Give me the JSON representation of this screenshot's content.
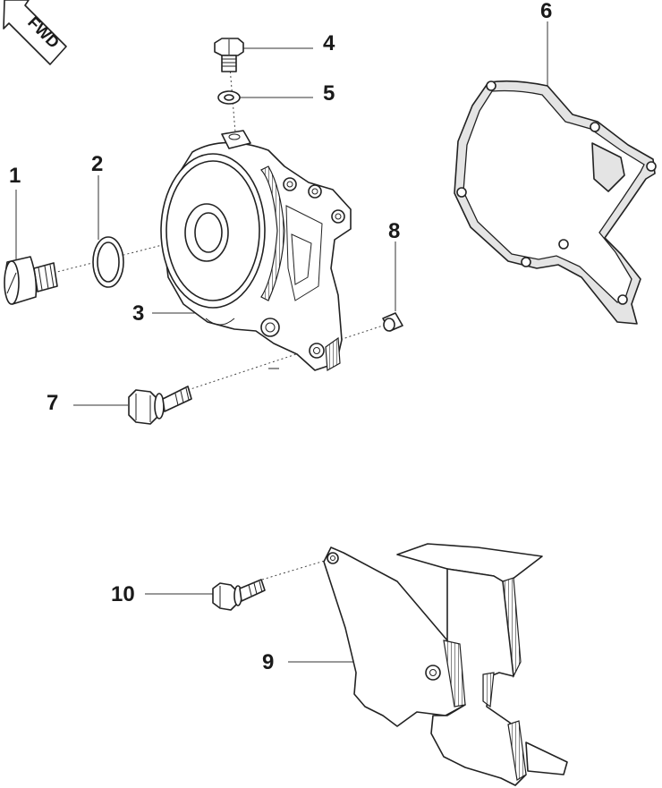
{
  "fwd_badge": {
    "text": "FWD"
  },
  "callouts": [
    {
      "id": "1",
      "label": "1"
    },
    {
      "id": "2",
      "label": "2"
    },
    {
      "id": "3",
      "label": "3"
    },
    {
      "id": "4",
      "label": "4"
    },
    {
      "id": "5",
      "label": "5"
    },
    {
      "id": "6",
      "label": "6"
    },
    {
      "id": "7",
      "label": "7"
    },
    {
      "id": "8",
      "label": "8"
    },
    {
      "id": "9",
      "label": "9"
    },
    {
      "id": "10",
      "label": "10"
    }
  ],
  "colors": {
    "line": "#222222",
    "gasket_fill": "#e4e4e4",
    "background": "#ffffff"
  }
}
